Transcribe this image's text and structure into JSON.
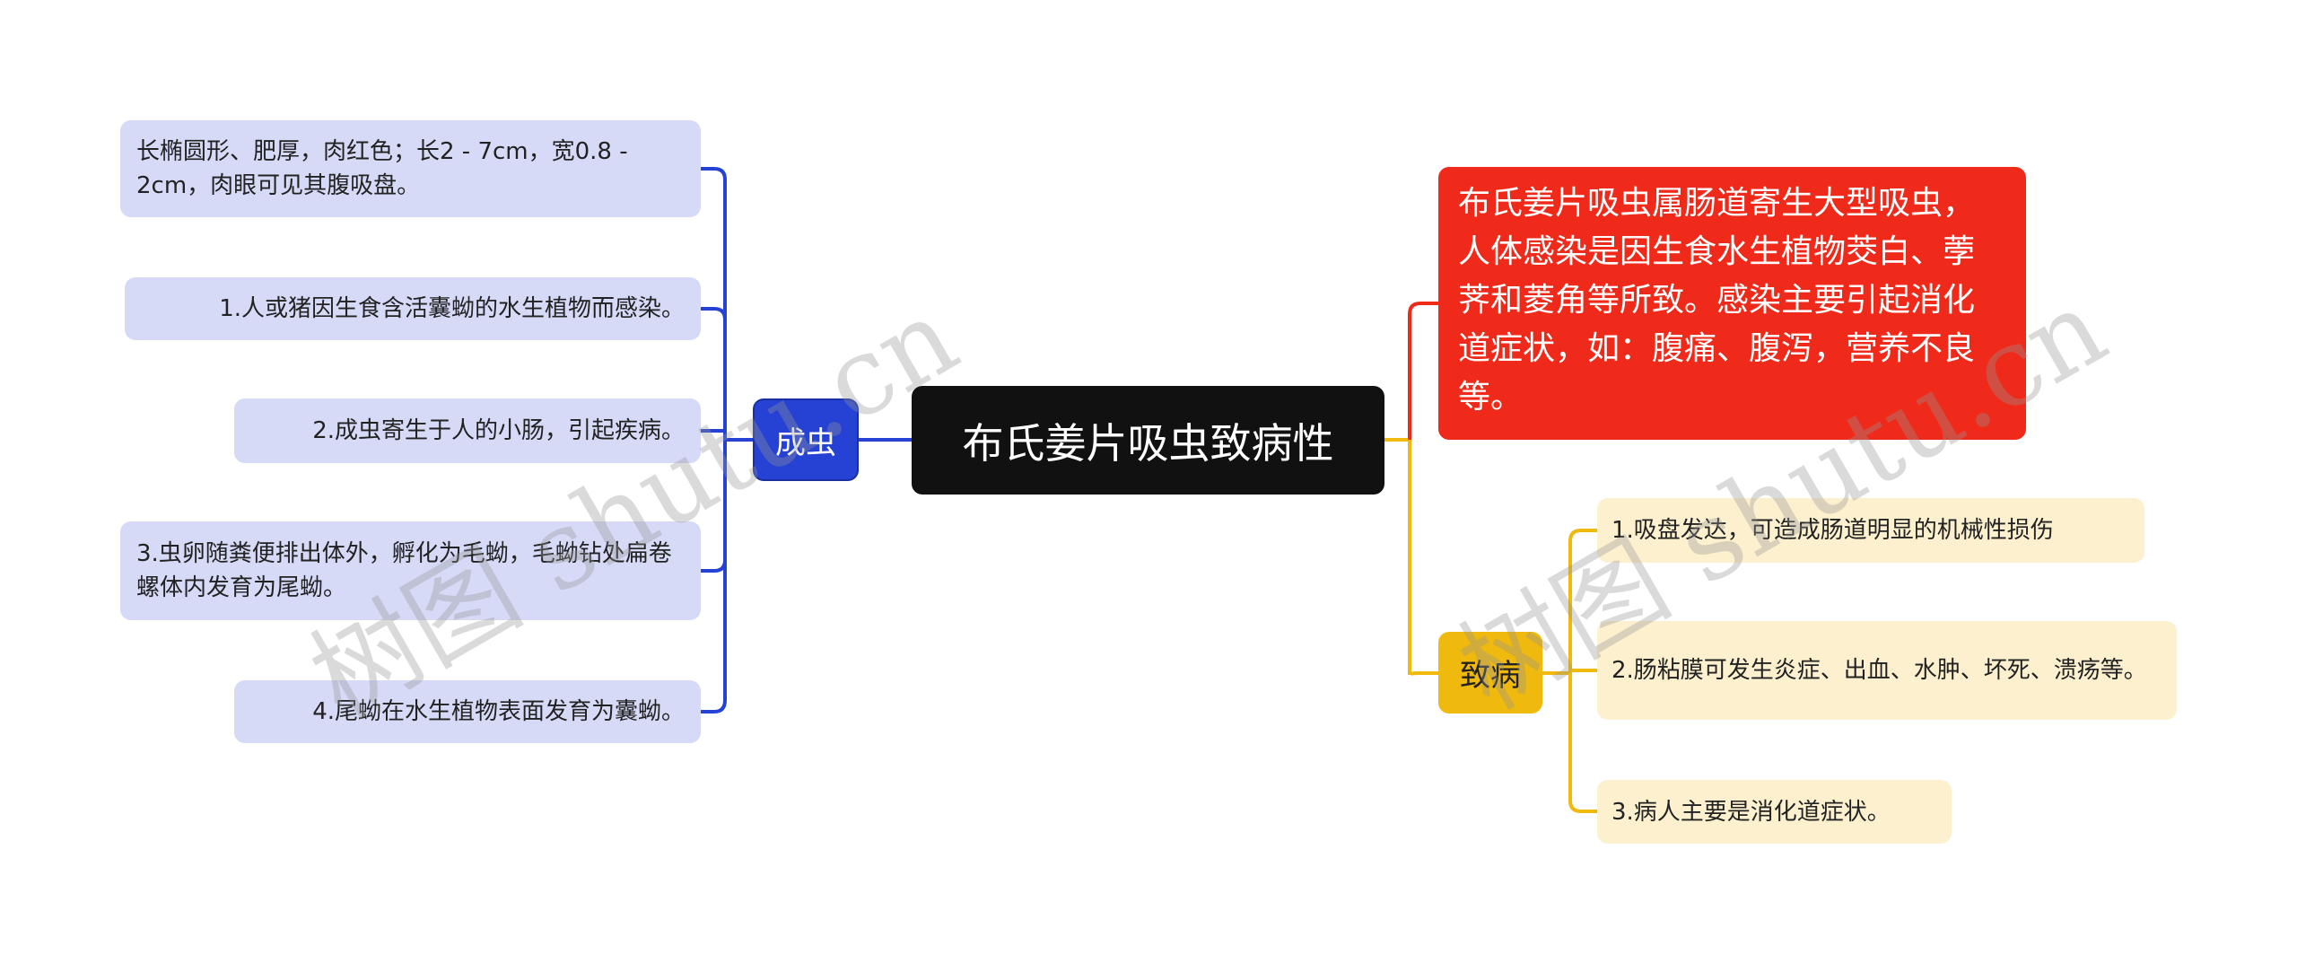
{
  "center": "布氏姜片吸虫致病性",
  "left_branch": {
    "label": "成虫",
    "items": [
      "长椭圆形、肥厚，肉红色；长2 - 7cm，宽0.8 - 2cm，肉眼可见其腹吸盘。",
      "1.人或猪因生食含活囊蚴的水生植物而感染。",
      "2.成虫寄生于人的小肠，引起疾病。",
      "3.虫卵随粪便排出体外，孵化为毛蚴，毛蚴钻处扁卷螺体内发育为尾蚴。",
      "4.尾蚴在水生植物表面发育为囊蚴。"
    ]
  },
  "summary": "布氏姜片吸虫属肠道寄生大型吸虫，人体感染是因生食水生植物茭白、荸荠和菱角等所致。感染主要引起消化道症状，如：腹痛、腹泻，营养不良等。",
  "right_branch": {
    "label": "致病",
    "items": [
      "1.吸盘发达，可造成肠道明显的机械性损伤",
      "2.肠粘膜可发生炎症、出血、水肿、坏死、溃疡等。",
      "3.病人主要是消化道症状。"
    ]
  },
  "watermark": "树图 shutu.cn",
  "colors": {
    "blue": "#2542d4",
    "red": "#f02a1a",
    "yellow": "#f0b90d",
    "center": "#111111"
  }
}
